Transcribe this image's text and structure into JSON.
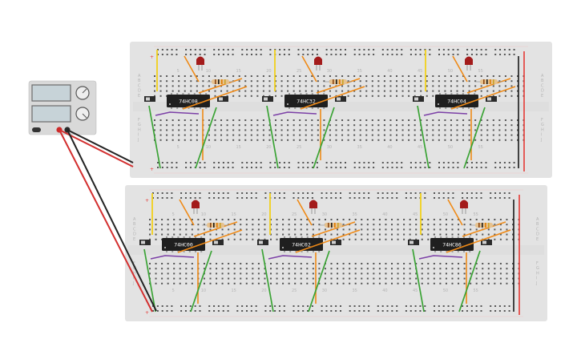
{
  "canvas": {
    "background": "#ffffff",
    "breadboard_color": "#e3e3e3",
    "hole_color": "#555555",
    "rail_plus_color": "#e53935",
    "rail_minus_color": "#1a1a1a"
  },
  "power_supply": {
    "body_color": "#d9d9d9",
    "display_color": "#c7d3d8",
    "terminal_positive_color": "#cc2a2a",
    "terminal_negative_color": "#2a2a2a"
  },
  "wire_colors": {
    "power": "#d32f2f",
    "ground": "#222222",
    "yellow": "#f2d11a",
    "orange": "#ef8a17",
    "green": "#3aa335",
    "purple": "#7b3fa6"
  },
  "boards": [
    {
      "name": "upper-board",
      "row_numbers_top": [
        "5",
        "10",
        "15",
        "20",
        "25",
        "30",
        "35",
        "40",
        "45",
        "50",
        "55"
      ],
      "row_numbers_bottom": [
        "5",
        "10",
        "15",
        "20",
        "25",
        "30",
        "35",
        "40",
        "45",
        "50",
        "55"
      ],
      "row_letters_left": [
        "A",
        "B",
        "C",
        "D",
        "E",
        "F",
        "G",
        "H",
        "I",
        "J"
      ],
      "row_letters_right": [
        "A",
        "B",
        "C",
        "D",
        "E",
        "F",
        "G",
        "H",
        "I",
        "J"
      ],
      "chips": [
        {
          "label": "74HC08"
        },
        {
          "label": "74HC32"
        },
        {
          "label": "74HC04"
        }
      ]
    },
    {
      "name": "lower-board",
      "row_numbers_top": [
        "5",
        "10",
        "15",
        "20",
        "25",
        "30",
        "35",
        "40",
        "45",
        "50",
        "55"
      ],
      "row_numbers_bottom": [
        "5",
        "10",
        "15",
        "20",
        "25",
        "30",
        "35",
        "40",
        "45",
        "50",
        "55"
      ],
      "row_letters_left": [
        "A",
        "B",
        "C",
        "D",
        "E",
        "F",
        "G",
        "H",
        "I",
        "J"
      ],
      "row_letters_right": [
        "A",
        "B",
        "C",
        "D",
        "E",
        "F",
        "G",
        "H",
        "I",
        "J"
      ],
      "chips": [
        {
          "label": "74HC00"
        },
        {
          "label": "74HC02"
        },
        {
          "label": "74HC86"
        }
      ]
    }
  ],
  "rail_marks": {
    "plus": "+",
    "minus": "-"
  }
}
